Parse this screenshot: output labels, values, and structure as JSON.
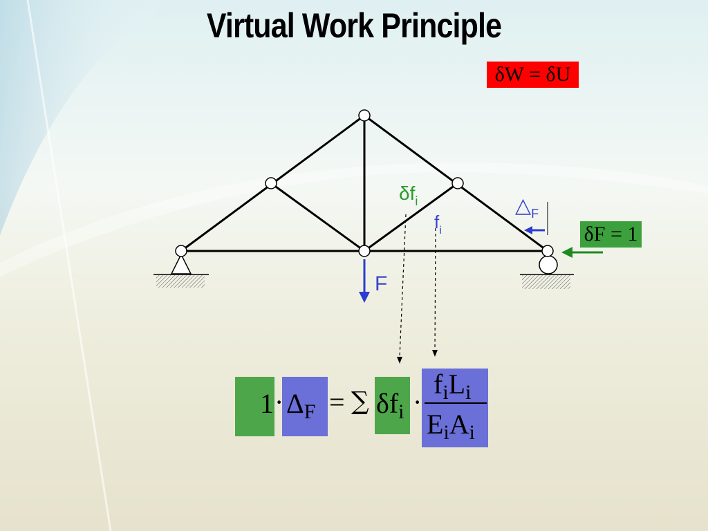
{
  "title": "Virtual Work Principle",
  "equation_top": {
    "lhs": "δW",
    "eq": "=",
    "rhs": "δU"
  },
  "virtual_load": {
    "lhs": "δF",
    "eq": "=",
    "rhs": "1"
  },
  "labels": {
    "virtual_force": "δf",
    "virtual_force_sub": "i",
    "real_force": "f",
    "real_force_sub": "i",
    "load": "F",
    "displacement": "△",
    "displacement_sub": "F"
  },
  "formula": {
    "one": "1",
    "dot1": "·",
    "delta": "Δ",
    "delta_sub": "F",
    "equals": "=",
    "sum": "∑",
    "df": "δf",
    "df_sub": "i",
    "dot2": "·",
    "num_f": "f",
    "num_f_sub": "i",
    "num_l": "L",
    "num_l_sub": "i",
    "den_e": "E",
    "den_e_sub": "i",
    "den_a": "A",
    "den_a_sub": "i"
  },
  "colors": {
    "red_box": "#ff0000",
    "green": "#3ca03c",
    "green_text": "#2a9a2a",
    "blue_text": "#3b46c8",
    "blue_arrow": "#2c3ccf",
    "purple_box": "#6b6fd8"
  }
}
